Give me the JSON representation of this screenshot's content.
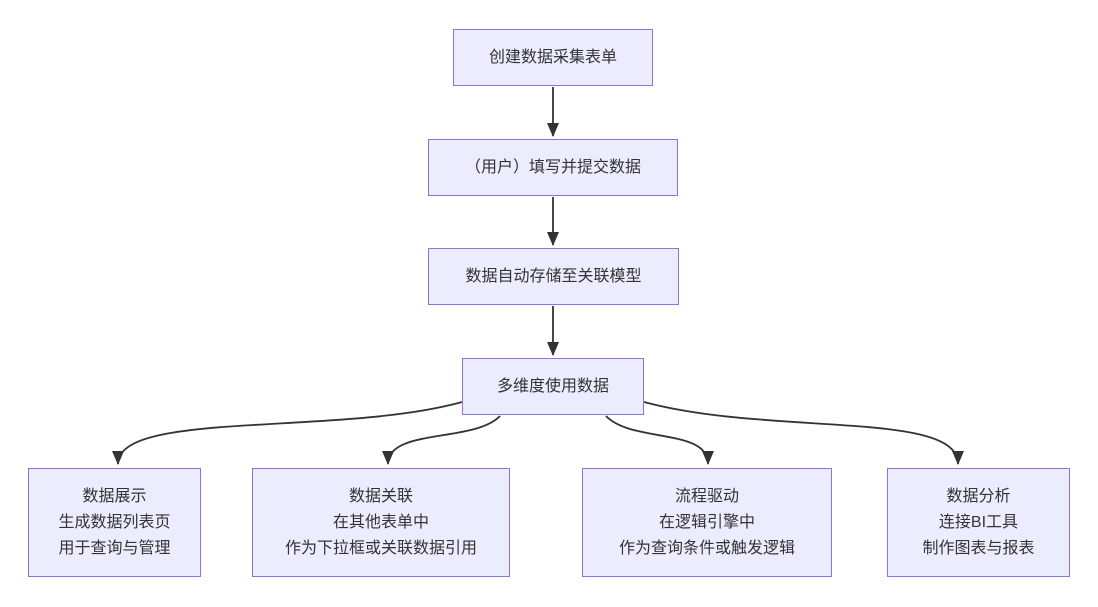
{
  "diagram": {
    "type": "flowchart-top-down",
    "background_color": "#ffffff",
    "node_fill_color": "#ECECFF",
    "node_border_color": "#9370DB",
    "text_color": "#333333",
    "edge_color": "#333333",
    "nodes": [
      {
        "id": "create-form",
        "label": "创建数据采集表单"
      },
      {
        "id": "fill-submit",
        "label": "（用户）填写并提交数据"
      },
      {
        "id": "auto-store",
        "label": "数据自动存储至关联模型"
      },
      {
        "id": "multi-use",
        "label": "多维度使用数据"
      },
      {
        "id": "data-display",
        "lines": [
          "数据展示",
          "生成数据列表页",
          "用于查询与管理"
        ]
      },
      {
        "id": "data-relation",
        "lines": [
          "数据关联",
          "在其他表单中",
          "作为下拉框或关联数据引用"
        ]
      },
      {
        "id": "workflow-drive",
        "lines": [
          "流程驱动",
          "在逻辑引擎中",
          "作为查询条件或触发逻辑"
        ]
      },
      {
        "id": "data-analysis",
        "lines": [
          "数据分析",
          "连接BI工具",
          "制作图表与报表"
        ]
      }
    ],
    "edges": [
      {
        "from": "create-form",
        "to": "fill-submit"
      },
      {
        "from": "fill-submit",
        "to": "auto-store"
      },
      {
        "from": "auto-store",
        "to": "multi-use"
      },
      {
        "from": "multi-use",
        "to": "data-display"
      },
      {
        "from": "multi-use",
        "to": "data-relation"
      },
      {
        "from": "multi-use",
        "to": "workflow-drive"
      },
      {
        "from": "multi-use",
        "to": "data-analysis"
      }
    ]
  }
}
